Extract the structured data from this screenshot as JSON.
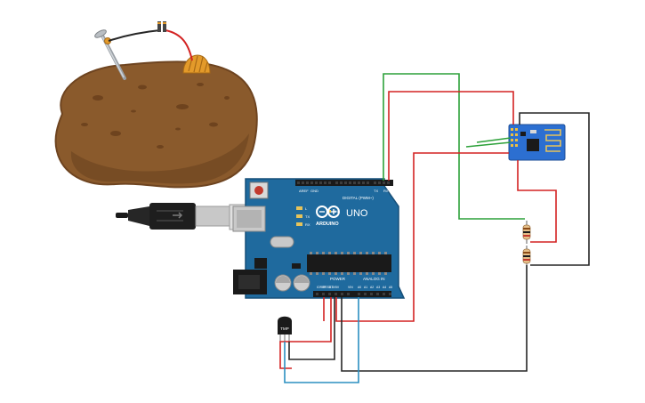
{
  "board": {
    "brand": "ARDUINO",
    "model": "UNO",
    "digital_label": "DIGITAL (PWM~)",
    "power_label": "POWER",
    "analog_label": "ANALOG IN",
    "tx_label": "TX",
    "rx_label": "RX",
    "l_label": "L",
    "on_label": "ON",
    "aref_label": "AREF",
    "gnd_label": "GND",
    "ioref_label": "IOREF",
    "reset_label": "RESET",
    "v33_label": "3.3V",
    "v5_label": "5V",
    "vin_label": "VIN",
    "a0_label": "A0",
    "a1_label": "A1",
    "a2_label": "A2",
    "a3_label": "A3",
    "a4_label": "A4",
    "a5_label": "A5"
  },
  "sensor": {
    "label": "TMP"
  },
  "colors": {
    "board": "#1f6a9e",
    "wire_red": "#d32222",
    "wire_green": "#2da13a",
    "wire_black": "#262626",
    "wire_blue": "#2b8fc1",
    "potato": "#8a5a2c",
    "esp_module": "#2c6fd1",
    "copper": "#e39a2a"
  },
  "icons": [
    "usb-cable-icon",
    "potato-icon",
    "nail-electrode-icon",
    "copper-electrode-icon",
    "wifi-antenna-icon"
  ]
}
